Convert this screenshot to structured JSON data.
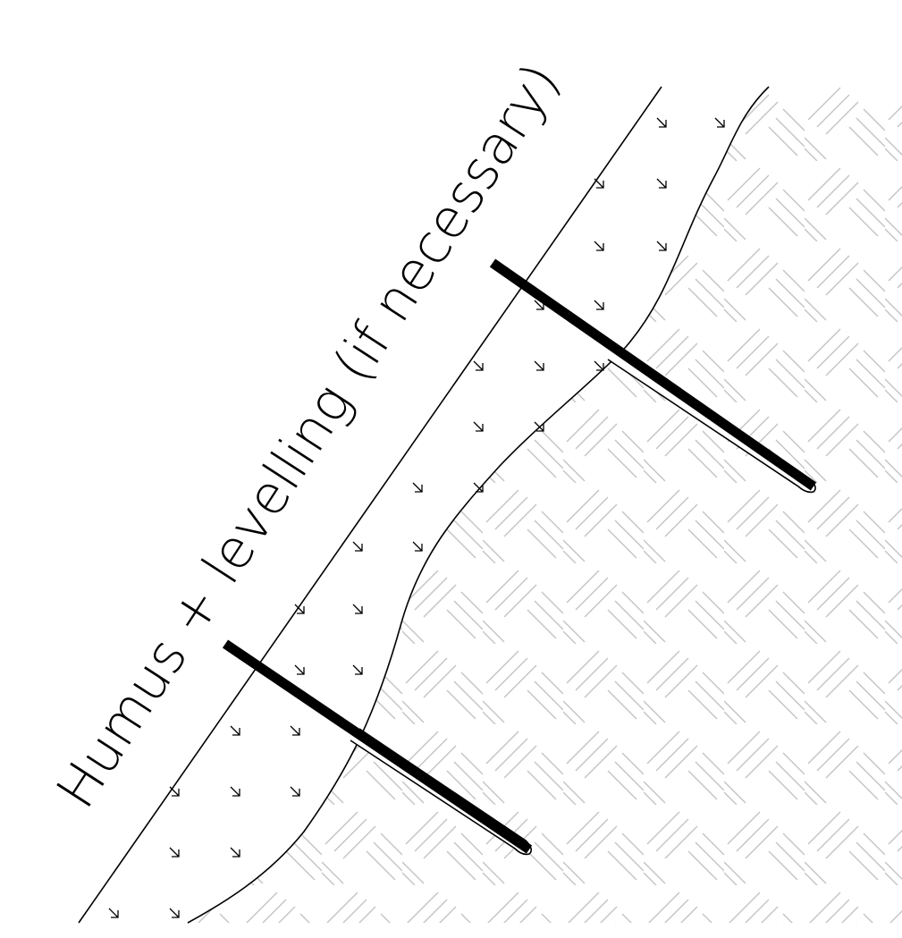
{
  "diagram": {
    "label": "Humus + levelling (if necessary)",
    "colors": {
      "ink": "#000000",
      "hatch": "#c4c4c4",
      "background": "#ffffff"
    },
    "layers": {
      "topsoil": "humus-topsoil",
      "subsoil": "rock-substrate"
    },
    "anchors": [
      {
        "name": "upper-anchor-bar"
      },
      {
        "name": "lower-anchor-bar"
      }
    ]
  }
}
